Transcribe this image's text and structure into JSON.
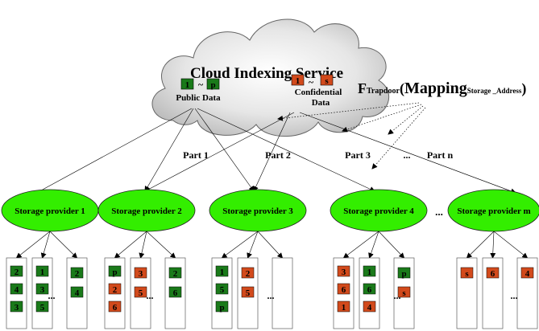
{
  "cloud": {
    "title": "Cloud Indexing Service",
    "public": {
      "from": "1",
      "tilde": "~",
      "to": "p",
      "label": "Public Data",
      "color": "#1a7a1a"
    },
    "confidential": {
      "from": "1",
      "tilde": "~",
      "to": "s",
      "label_line1": "Confidential",
      "label_line2": "Data",
      "color": "#d24a1c"
    }
  },
  "formula": {
    "f": "F",
    "f_sub": "Trapdoor",
    "open": "(",
    "main": "Mapping",
    "main_sub": "Storage _Address",
    "close": ")"
  },
  "parts": [
    "Part 1",
    "Part 2",
    "Part 3",
    "...",
    "Part n"
  ],
  "providers": [
    {
      "label": "Storage provider 1"
    },
    {
      "label": "Storage provider 2"
    },
    {
      "label": "Storage provider 3"
    },
    {
      "label": "Storage provider 4"
    },
    {
      "label": "Storage provider m"
    }
  ],
  "provider_ellipsis": "...",
  "colors": {
    "public": "#1a7a1a",
    "confidential": "#d24a1c",
    "provider": "#33ee00"
  },
  "groups": [
    {
      "cols": [
        [
          {
            "t": "2",
            "c": "public"
          },
          {
            "t": "4",
            "c": "public"
          },
          {
            "t": "3",
            "c": "public"
          }
        ],
        [
          {
            "t": "1",
            "c": "public"
          },
          {
            "t": "3",
            "c": "public"
          },
          {
            "t": "5",
            "c": "public"
          }
        ],
        [
          {
            "t": "2",
            "c": "public"
          },
          {
            "t": "4",
            "c": "public"
          }
        ]
      ],
      "ellipsis": "..."
    },
    {
      "cols": [
        [
          {
            "t": "p",
            "c": "public"
          },
          {
            "t": "2",
            "c": "confidential"
          },
          {
            "t": "6",
            "c": "confidential"
          }
        ],
        [
          {
            "t": "3",
            "c": "confidential"
          },
          {
            "t": "5",
            "c": "confidential"
          }
        ],
        [
          {
            "t": "2",
            "c": "public"
          },
          {
            "t": "6",
            "c": "public"
          }
        ]
      ],
      "ellipsis": "..."
    },
    {
      "cols": [
        [
          {
            "t": "1",
            "c": "public"
          },
          {
            "t": "5",
            "c": "public"
          },
          {
            "t": "p",
            "c": "public"
          }
        ],
        [
          {
            "t": "2",
            "c": "confidential"
          },
          {
            "t": "5",
            "c": "confidential"
          }
        ],
        []
      ],
      "ellipsis": "..."
    },
    {
      "cols": [
        [
          {
            "t": "3",
            "c": "confidential"
          },
          {
            "t": "6",
            "c": "confidential"
          },
          {
            "t": "1",
            "c": "confidential"
          }
        ],
        [
          {
            "t": "1",
            "c": "public"
          },
          {
            "t": "6",
            "c": "public"
          },
          {
            "t": "4",
            "c": "confidential"
          }
        ],
        [
          {
            "t": "p",
            "c": "public"
          },
          {
            "t": "s",
            "c": "confidential"
          }
        ]
      ],
      "ellipsis": "..."
    },
    {
      "cols": [
        [
          {
            "t": "s",
            "c": "confidential"
          }
        ],
        [
          {
            "t": "6",
            "c": "confidential"
          }
        ],
        [
          {
            "t": "4",
            "c": "confidential"
          }
        ]
      ],
      "ellipsis": "..."
    }
  ]
}
